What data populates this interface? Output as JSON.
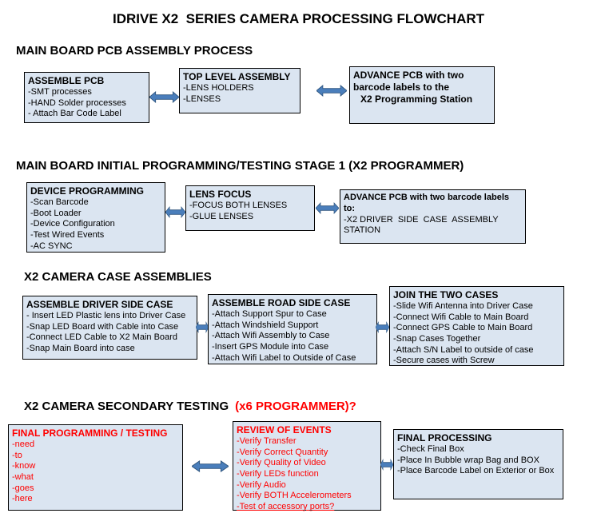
{
  "title": "IDRIVE X2  SERIES CAMERA PROCESSING FLOWCHART",
  "colors": {
    "box_fill": "#dbe5f1",
    "box_border": "#000000",
    "arrow_blue": "#4a7ebb",
    "red_text": "#ff0000"
  },
  "sections": [
    {
      "heading": "MAIN BOARD PCB ASSEMBLY PROCESS",
      "boxes": [
        {
          "title": "ASSEMBLE PCB",
          "items": [
            "-SMT processes",
            "-HAND Solder processes",
            "- Attach Bar Code Label"
          ]
        },
        {
          "title": "TOP LEVEL ASSEMBLY",
          "items": [
            "-LENS HOLDERS",
            "-LENSES"
          ]
        },
        {
          "title": "ADVANCE PCB with two barcode labels to the",
          "title2": "X2 Programming Station",
          "items": []
        }
      ]
    },
    {
      "heading": "MAIN BOARD INITIAL PROGRAMMING/TESTING STAGE 1 (X2 PROGRAMMER)",
      "boxes": [
        {
          "title": "DEVICE PROGRAMMING",
          "items": [
            "-Scan Barcode",
            "-Boot Loader",
            "-Device Configuration",
            "-Test Wired Events",
            "-AC SYNC"
          ]
        },
        {
          "title": "LENS FOCUS",
          "items": [
            "-FOCUS BOTH LENSES",
            "-GLUE LENSES"
          ]
        },
        {
          "title": "ADVANCE PCB with two barcode labels to:",
          "items": [
            "-X2 DRIVER  SIDE  CASE  ASSEMBLY STATION"
          ]
        }
      ]
    },
    {
      "heading": "X2 CAMERA CASE ASSEMBLIES",
      "boxes": [
        {
          "title": "ASSEMBLE DRIVER SIDE CASE",
          "items": [
            "- Insert LED Plastic lens into Driver Case",
            "-Snap LED Board with Cable into Case",
            "-Connect LED Cable to X2 Main Board",
            "-Snap Main Board into case"
          ]
        },
        {
          "title": "ASSEMBLE ROAD SIDE CASE",
          "items": [
            "-Attach Support Spur to Case",
            "-Attach Windshield Support",
            "-Attach Wifi Assembly to Case",
            "-Insert GPS Module into Case",
            "-Attach Wifi Label to Outside of Case"
          ]
        },
        {
          "title": "JOIN THE TWO CASES",
          "items": [
            "-Slide Wifi Antenna into Driver Case",
            "-Connect Wifi Cable to Main Board",
            "-Connect GPS Cable to Main Board",
            "-Snap Cases Together",
            "-Attach S/N Label to outside of case",
            "-Secure cases with Screw"
          ]
        }
      ]
    },
    {
      "heading": "X2 CAMERA SECONDARY TESTING",
      "heading_red": "(x6 PROGRAMMER)?",
      "boxes": [
        {
          "title": "FINAL PROGRAMMING / TESTING",
          "items": [
            "-need",
            "-to",
            "-know",
            "-what",
            "-goes",
            "-here"
          ]
        },
        {
          "title": "REVIEW OF EVENTS",
          "items": [
            "-Verify Transfer",
            "-Verify Correct Quantity",
            "-Verify Quality of Video",
            "-Verify LEDs function",
            "-Verify Audio",
            "-Verify BOTH Accelerometers",
            "-Test of accessory ports?"
          ]
        },
        {
          "title": "FINAL PROCESSING",
          "items": [
            "-Check Final Box",
            "-Place In Bubble wrap Bag and BOX",
            "-Place Barcode Label on Exterior or Box"
          ]
        }
      ]
    }
  ]
}
